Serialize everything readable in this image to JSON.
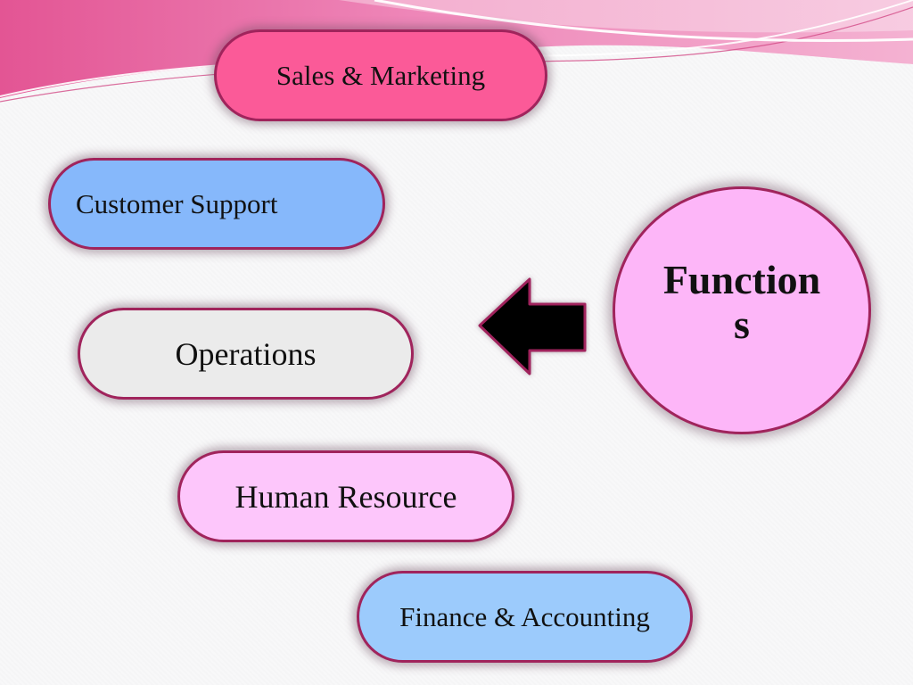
{
  "diagram": {
    "center": {
      "label": "Functions"
    },
    "items": [
      {
        "label": "Sales & Marketing",
        "fill": "#fb5a98"
      },
      {
        "label": "Customer Support",
        "fill": "#86b8fb"
      },
      {
        "label": "Operations",
        "fill": "#ebebeb"
      },
      {
        "label": "Human Resource",
        "fill": "#fdc6fb"
      },
      {
        "label": "Finance & Accounting",
        "fill": "#9ccbfc"
      }
    ],
    "colors": {
      "border": "#a0245c",
      "center_fill": "#fdb6f8",
      "arrow_fill": "#000000",
      "accent": "#e8559a"
    },
    "icons": {
      "arrow": "arrow-left-icon"
    }
  }
}
